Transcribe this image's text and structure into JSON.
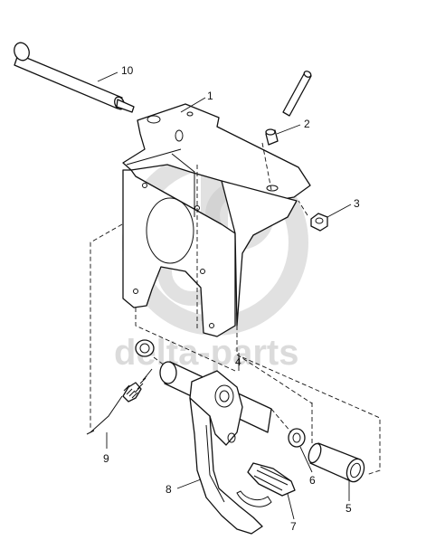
{
  "diagram": {
    "callouts": [
      {
        "id": "10",
        "label": "10"
      },
      {
        "id": "1",
        "label": "1"
      },
      {
        "id": "2",
        "label": "2"
      },
      {
        "id": "3",
        "label": "3"
      },
      {
        "id": "4",
        "label": "4"
      },
      {
        "id": "9",
        "label": "9"
      },
      {
        "id": "8",
        "label": "8"
      },
      {
        "id": "6",
        "label": "6"
      },
      {
        "id": "5",
        "label": "5"
      },
      {
        "id": "7",
        "label": "7"
      }
    ]
  },
  "watermark": {
    "text": "delta-parts",
    "color": "#c4c4c4"
  }
}
